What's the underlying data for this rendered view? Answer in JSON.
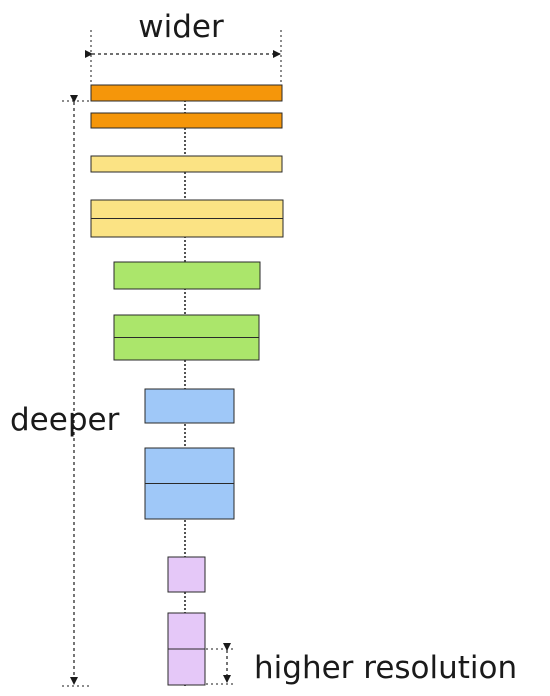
{
  "labels": {
    "width": "wider",
    "depth": "deeper",
    "resolution": "higher resolution"
  },
  "colors": {
    "orange": "#f5960a",
    "yellow": "#fbe384",
    "green": "#abe66b",
    "blue": "#9fc8f8",
    "purple": "#e5c8f8",
    "outline": "#2a2a2a",
    "arrow": "#1a1a1a"
  },
  "stages": [
    {
      "color": "orange",
      "layers": 1
    },
    {
      "color": "orange",
      "layers": 1
    },
    {
      "color": "yellow",
      "layers": 1
    },
    {
      "color": "yellow",
      "layers": 2
    },
    {
      "color": "green",
      "layers": 1
    },
    {
      "color": "green",
      "layers": 2
    },
    {
      "color": "blue",
      "layers": 1
    },
    {
      "color": "blue",
      "layers": 2
    },
    {
      "color": "purple",
      "layers": 1
    },
    {
      "color": "purple",
      "layers": 2
    }
  ]
}
